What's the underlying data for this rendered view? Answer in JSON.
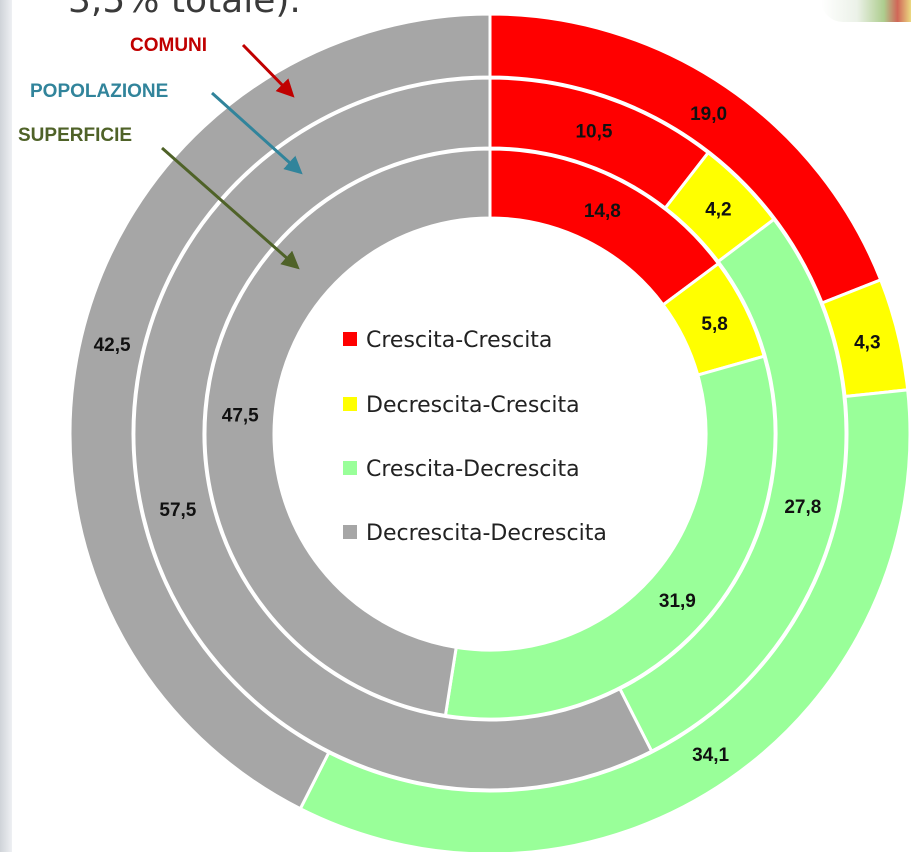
{
  "header": {
    "partial_text": "3,5% totale)."
  },
  "ring_labels": [
    {
      "text": "COMUNI",
      "color": "#c00000"
    },
    {
      "text": "POPOLAZIONE",
      "color": "#31849b"
    },
    {
      "text": "SUPERFICIE",
      "color": "#4f6228"
    }
  ],
  "chart_data": {
    "type": "pie",
    "categories": [
      "Crescita-Crescita",
      "Decrescita-Crescita",
      "Crescita-Decrescita",
      "Decrescita-Decrescita"
    ],
    "colors": [
      "#ff0000",
      "#ffff00",
      "#99ff99",
      "#a6a6a6"
    ],
    "series": [
      {
        "name": "COMUNI",
        "values": [
          19.0,
          4.3,
          34.1,
          42.5
        ],
        "labels": [
          "19,0",
          "4,3",
          "34,1",
          "42,5"
        ]
      },
      {
        "name": "POPOLAZIONE",
        "values": [
          10.5,
          4.2,
          27.8,
          57.5
        ],
        "labels": [
          "10,5",
          "4,2",
          "27,8",
          "57,5"
        ]
      },
      {
        "name": "SUPERFICIE",
        "values": [
          14.8,
          5.8,
          31.9,
          47.5
        ],
        "labels": [
          "14,8",
          "5,8",
          "31,9",
          "47,5"
        ]
      }
    ],
    "legend_position": "center"
  }
}
